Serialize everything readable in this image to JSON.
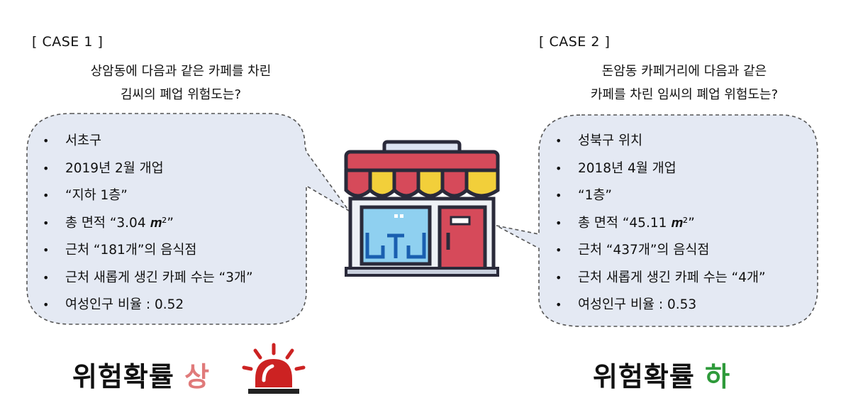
{
  "case1": {
    "label": "[ CASE 1 ]",
    "question_line1": "상암동에 다음과 같은 카페를 차린",
    "question_line2": "김씨의 폐업 위험도는?",
    "items": [
      "서초구",
      "2019년 2월 개업",
      "“지하 1층”",
      "총 면적 “3.04 𝒎²”",
      "근처 “181개”의 음식점",
      "근처 새롭게 생긴 카페 수는 “3개”",
      "여성인구 비율 : 0.52"
    ],
    "risk_label": "위험확률",
    "risk_level": "상",
    "risk_color": "#e07a7a"
  },
  "case2": {
    "label": "[ CASE 2 ]",
    "question_line1": "돈암동 카페거리에 다음과 같은",
    "question_line2": "카페를 차린 임씨의 폐업 위험도는?",
    "items": [
      "성북구 위치",
      "2018년 4월 개업",
      "“1층”",
      "총 면적 “45.11 𝒎²”",
      "근처 “437개”의 음식점",
      "근처 새롭게 생긴 카페 수는 “4개”",
      "여성인구 비율 : 0.53"
    ],
    "risk_label": "위험확률",
    "risk_level": "하",
    "risk_color": "#2e9a3a"
  },
  "bullet": "•",
  "icons": {
    "center": "cafe-storefront-icon",
    "alarm": "siren-alarm-icon"
  },
  "colors": {
    "bubble_fill": "#e4e9f3",
    "bubble_border": "#555555",
    "awning_red": "#d64a5a",
    "awning_yellow": "#f2cf3a",
    "window_blue": "#8fd0f0",
    "siren_red": "#cc2222"
  }
}
